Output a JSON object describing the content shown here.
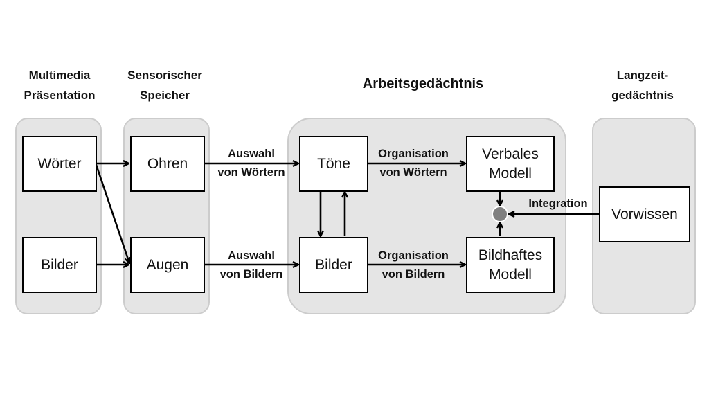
{
  "headers": {
    "multimedia": [
      "Multimedia",
      "Präsentation"
    ],
    "sensory": [
      "Sensorischer",
      "Speicher"
    ],
    "working": "Arbeitsgedächtnis",
    "longterm": [
      "Langzeit-",
      "gedächtnis"
    ]
  },
  "boxes": {
    "words": "Wörter",
    "pictures": "Bilder",
    "ears": "Ohren",
    "eyes": "Augen",
    "sounds": "Töne",
    "images": "Bilder",
    "verbal_model": [
      "Verbales",
      "Modell"
    ],
    "pictorial_model": [
      "Bildhaftes",
      "Modell"
    ],
    "prior_knowledge": "Vorwissen"
  },
  "labels": {
    "select_words": [
      "Auswahl",
      "von Wörtern"
    ],
    "select_images": [
      "Auswahl",
      "von Bildern"
    ],
    "organize_words": [
      "Organisation",
      "von Wörtern"
    ],
    "organize_images": [
      "Organisation",
      "von Bildern"
    ],
    "integration": "Integration"
  },
  "colors": {
    "panel_fill": "#e5e5e5",
    "panel_border": "#cccccc",
    "integration_node": "#808080"
  }
}
